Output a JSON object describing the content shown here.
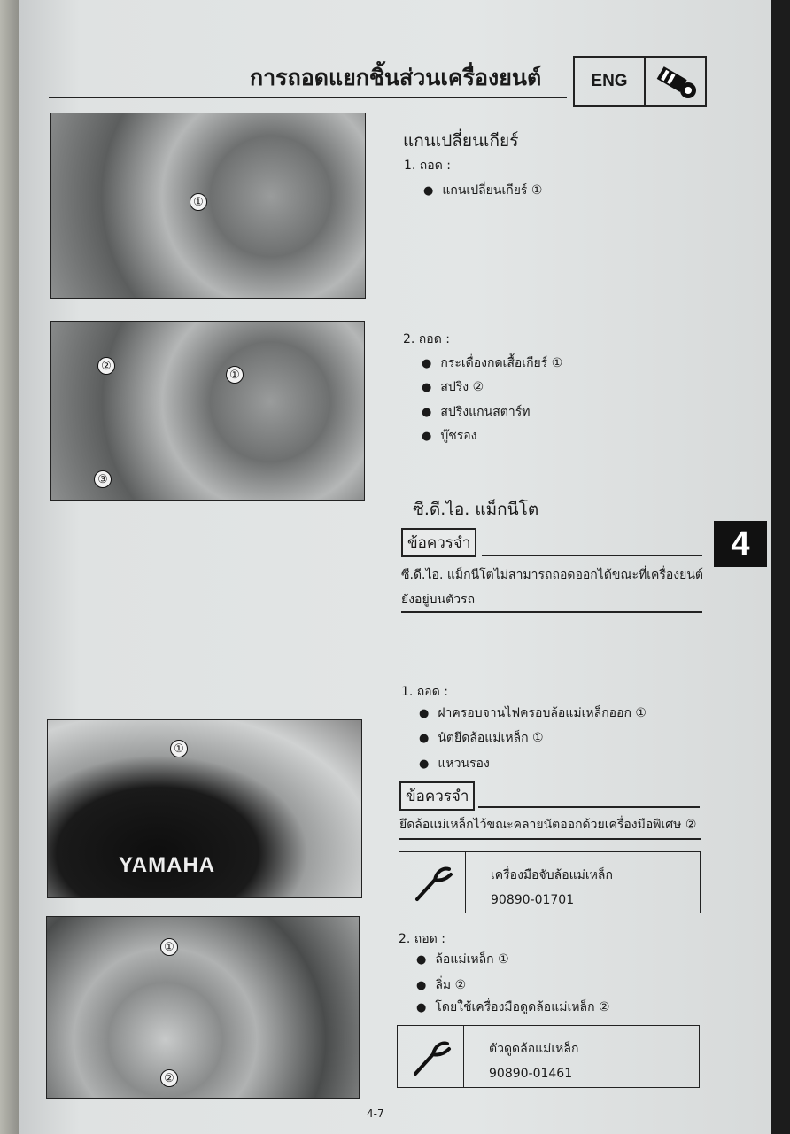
{
  "header": {
    "title": "การถอดแยกชิ้นส่วนเครื่องยนต์",
    "section_badge": "ENG",
    "section_icon": "engine-piston-icon"
  },
  "chapter_tab": "4",
  "photos": [
    {
      "callouts": [
        "①"
      ]
    },
    {
      "callouts": [
        "②",
        "①",
        "③"
      ]
    },
    {
      "callouts": [
        "①"
      ],
      "label": "YAMAHA"
    },
    {
      "callouts": [
        "①",
        "②"
      ]
    }
  ],
  "shift_shaft": {
    "heading": "แกนเปลี่ยนเกียร์",
    "step1": {
      "label": "1. ถอด :",
      "items": [
        "แกนเปลี่ยนเกียร์ ①"
      ]
    },
    "step2": {
      "label": "2. ถอด :",
      "items": [
        "กระเดื่องกดเสื้อเกียร์ ①",
        "สปริง ②",
        "สปริงแกนสตาร์ท",
        "บู๊ชรอง"
      ]
    }
  },
  "cdi": {
    "heading": "ซี.ดี.ไอ. แม็กนีโต",
    "note1": {
      "label": "ข้อควรจำ",
      "lines": [
        "ซี.ดี.ไอ. แม็กนีโตไม่สามารถถอดออกได้ขณะที่เครื่องยนต์",
        "ยังอยู่บนตัวรถ"
      ]
    },
    "step1": {
      "label": "1. ถอด :",
      "items": [
        "ฝาครอบจานไฟครอบล้อแม่เหล็กออก ①",
        "นัตยึดล้อแม่เหล็ก ①",
        "แหวนรอง"
      ]
    },
    "note2": {
      "label": "ข้อควรจำ",
      "text": "ยึดล้อแม่เหล็กไว้ขณะคลายนัตออกด้วยเครื่องมือพิเศษ ②"
    },
    "tool1": {
      "name": "เครื่องมือจับล้อแม่เหล็ก",
      "part": "90890-01701"
    },
    "step2": {
      "label": "2. ถอด :",
      "items": [
        "ล้อแม่เหล็ก ①",
        "ลิ่ม ②",
        "โดยใช้เครื่องมือดูดล้อแม่เหล็ก ②"
      ]
    },
    "tool2": {
      "name": "ตัวดูดล้อแม่เหล็ก",
      "part": "90890-01461"
    }
  },
  "page_number": "4-7"
}
